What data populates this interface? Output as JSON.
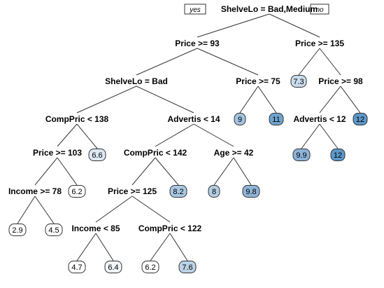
{
  "diagram": {
    "legend": {
      "yes_label": "yes",
      "no_label": "no"
    },
    "splits": [
      {
        "id": "root",
        "label": "ShelveLo = Bad,Medium"
      },
      {
        "id": "n2",
        "label": "Price >= 93"
      },
      {
        "id": "n3",
        "label": "Price >= 135"
      },
      {
        "id": "n4",
        "label": "ShelveLo = Bad"
      },
      {
        "id": "n5",
        "label": "Price >= 75"
      },
      {
        "id": "n6",
        "label": "Price >= 98"
      },
      {
        "id": "n7",
        "label": "CompPric < 138"
      },
      {
        "id": "n8",
        "label": "Advertis < 14"
      },
      {
        "id": "n9",
        "label": "Advertis < 12"
      },
      {
        "id": "n10",
        "label": "Price >= 103"
      },
      {
        "id": "n11",
        "label": "CompPric < 142"
      },
      {
        "id": "n12",
        "label": "Age >= 42"
      },
      {
        "id": "n13",
        "label": "Income >= 78"
      },
      {
        "id": "n14",
        "label": "Price >= 125"
      },
      {
        "id": "n15",
        "label": "Income < 85"
      },
      {
        "id": "n16",
        "label": "CompPric < 122"
      }
    ],
    "leaves": [
      {
        "id": "L1",
        "value": "7.3",
        "color": "#c9dcec"
      },
      {
        "id": "L2",
        "value": "9",
        "color": "#a3c3df"
      },
      {
        "id": "L3",
        "value": "11",
        "color": "#6fa3cf"
      },
      {
        "id": "L4",
        "value": "12",
        "color": "#5d97c9"
      },
      {
        "id": "L5",
        "value": "6.6",
        "color": "#dce8f3"
      },
      {
        "id": "L6",
        "value": "9.9",
        "color": "#8db3d8"
      },
      {
        "id": "L7",
        "value": "12",
        "color": "#5d97c9"
      },
      {
        "id": "L8",
        "value": "6.2",
        "color": "#ffffff"
      },
      {
        "id": "L9",
        "value": "8.2",
        "color": "#a9c7e1"
      },
      {
        "id": "L10",
        "value": "8",
        "color": "#b3cde4"
      },
      {
        "id": "L11",
        "value": "9.8",
        "color": "#8fb5d9"
      },
      {
        "id": "L12",
        "value": "2.9",
        "color": "#ffffff"
      },
      {
        "id": "L13",
        "value": "4.5",
        "color": "#ffffff"
      },
      {
        "id": "L14",
        "value": "4.7",
        "color": "#ffffff"
      },
      {
        "id": "L15",
        "value": "6.4",
        "color": "#f0f5fa"
      },
      {
        "id": "L16",
        "value": "6.2",
        "color": "#ffffff"
      },
      {
        "id": "L17",
        "value": "7.6",
        "color": "#bcd3e7"
      }
    ],
    "edges": [
      [
        "root",
        "n2"
      ],
      [
        "root",
        "n3"
      ],
      [
        "n2",
        "n4"
      ],
      [
        "n2",
        "n5"
      ],
      [
        "n3",
        "L1"
      ],
      [
        "n3",
        "n6"
      ],
      [
        "n5",
        "L2"
      ],
      [
        "n5",
        "L3"
      ],
      [
        "n6",
        "n9"
      ],
      [
        "n6",
        "L4"
      ],
      [
        "n9",
        "L6"
      ],
      [
        "n9",
        "L7"
      ],
      [
        "n4",
        "n7"
      ],
      [
        "n4",
        "n8"
      ],
      [
        "n7",
        "n10"
      ],
      [
        "n7",
        "L5"
      ],
      [
        "n10",
        "n13"
      ],
      [
        "n10",
        "L8"
      ],
      [
        "n13",
        "L12"
      ],
      [
        "n13",
        "L13"
      ],
      [
        "n8",
        "n11"
      ],
      [
        "n8",
        "n12"
      ],
      [
        "n11",
        "n14"
      ],
      [
        "n11",
        "L9"
      ],
      [
        "n12",
        "L10"
      ],
      [
        "n12",
        "L11"
      ],
      [
        "n14",
        "n15"
      ],
      [
        "n14",
        "n16"
      ],
      [
        "n15",
        "L14"
      ],
      [
        "n15",
        "L15"
      ],
      [
        "n16",
        "L16"
      ],
      [
        "n16",
        "L17"
      ]
    ]
  }
}
